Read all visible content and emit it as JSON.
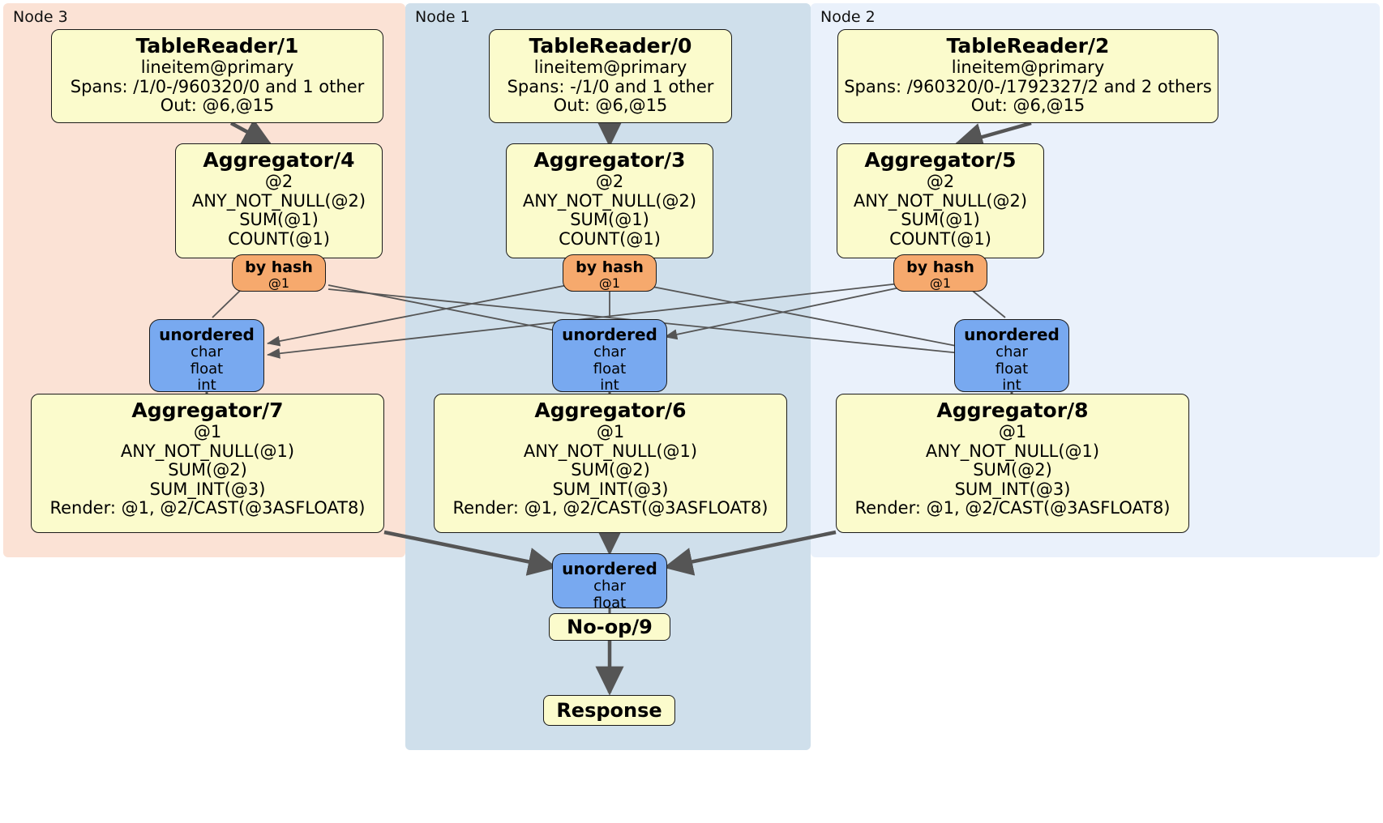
{
  "diagram": {
    "title": "Distributed query plan",
    "colors": {
      "node3_panel": "#fbe2d5",
      "node1_panel": "#cfdfeb",
      "node2_panel": "#eaf1fb",
      "processor_fill": "#fbfbcc",
      "router_fill": "#f6a96d",
      "stream_fill": "#78a9f0",
      "stroke": "#1a1a1a",
      "edge": "#555555"
    }
  },
  "panels": [
    {
      "id": "node3",
      "label": "Node 3"
    },
    {
      "id": "node1",
      "label": "Node 1"
    },
    {
      "id": "node2",
      "label": "Node 2"
    }
  ],
  "nodes": {
    "table_reader_1": {
      "title": "TableReader/1",
      "lines": [
        "lineitem@primary",
        "Spans: /1/0-/960320/0 and 1 other",
        "Out: @6,@15"
      ]
    },
    "table_reader_0": {
      "title": "TableReader/0",
      "lines": [
        "lineitem@primary",
        "Spans: -/1/0 and 1 other",
        "Out: @6,@15"
      ]
    },
    "table_reader_2": {
      "title": "TableReader/2",
      "lines": [
        "lineitem@primary",
        "Spans: /960320/0-/1792327/2 and 2 others",
        "Out: @6,@15"
      ]
    },
    "aggregator_4": {
      "title": "Aggregator/4",
      "lines": [
        "@2",
        "ANY_NOT_NULL(@2)",
        "SUM(@1)",
        "COUNT(@1)"
      ]
    },
    "aggregator_3": {
      "title": "Aggregator/3",
      "lines": [
        "@2",
        "ANY_NOT_NULL(@2)",
        "SUM(@1)",
        "COUNT(@1)"
      ]
    },
    "aggregator_5": {
      "title": "Aggregator/5",
      "lines": [
        "@2",
        "ANY_NOT_NULL(@2)",
        "SUM(@1)",
        "COUNT(@1)"
      ]
    },
    "by_hash_left": {
      "title": "by hash",
      "lines": [
        "@1"
      ]
    },
    "by_hash_center": {
      "title": "by hash",
      "lines": [
        "@1"
      ]
    },
    "by_hash_right": {
      "title": "by hash",
      "lines": [
        "@1"
      ]
    },
    "unordered_left": {
      "title": "unordered",
      "lines": [
        "char",
        "float",
        "int"
      ]
    },
    "unordered_center": {
      "title": "unordered",
      "lines": [
        "char",
        "float",
        "int"
      ]
    },
    "unordered_right": {
      "title": "unordered",
      "lines": [
        "char",
        "float",
        "int"
      ]
    },
    "aggregator_7": {
      "title": "Aggregator/7",
      "lines": [
        "@1",
        "ANY_NOT_NULL(@1)",
        "SUM(@2)",
        "SUM_INT(@3)",
        "Render: @1, @2/CAST(@3ASFLOAT8)"
      ]
    },
    "aggregator_6": {
      "title": "Aggregator/6",
      "lines": [
        "@1",
        "ANY_NOT_NULL(@1)",
        "SUM(@2)",
        "SUM_INT(@3)",
        "Render: @1, @2/CAST(@3ASFLOAT8)"
      ]
    },
    "aggregator_8": {
      "title": "Aggregator/8",
      "lines": [
        "@1",
        "ANY_NOT_NULL(@1)",
        "SUM(@2)",
        "SUM_INT(@3)",
        "Render: @1, @2/CAST(@3ASFLOAT8)"
      ]
    },
    "unordered_final": {
      "title": "unordered",
      "lines": [
        "char",
        "float"
      ]
    },
    "noop_9": {
      "title": "No-op/9"
    },
    "response": {
      "title": "Response"
    }
  }
}
